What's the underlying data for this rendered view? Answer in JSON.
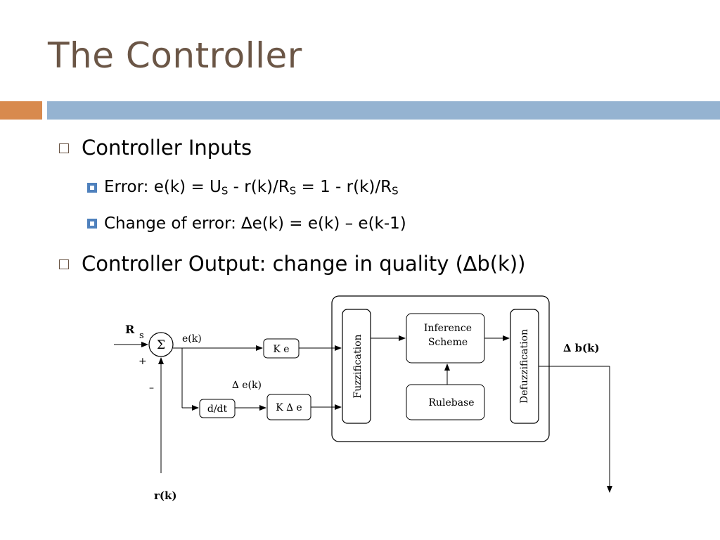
{
  "slide": {
    "title": "The Controller"
  },
  "bullets": {
    "inputs": "Controller Inputs",
    "error_prefix": "Error: e(k) = U",
    "error_s1": "S",
    "error_mid": " - r(k)/R",
    "error_s2": "S",
    "error_mid2": " = 1 - r(k)/R",
    "error_s3": "S",
    "change_error": "Change of error: ∆e(k) = e(k) – e(k-1)",
    "output": "Controller Output: change in quality (∆b(k))"
  },
  "diagram": {
    "rs_label": "R",
    "rs_sub": "s",
    "sum_symbol": "Σ",
    "plus": "+",
    "minus": "–",
    "ek_label": "e(k)",
    "ke_label": "K e",
    "delta_ek_label": "∆ e(k)",
    "ddt_label": "d/dt",
    "kde_label": "K ∆ e",
    "fuzzification": "Fuzzification",
    "inference_line1": "Inference",
    "inference_line2": "Scheme",
    "rulebase": "Rulebase",
    "defuzzification": "Defuzzification",
    "output_label": "∆ b(k)",
    "rk_label": "r(k)"
  },
  "colors": {
    "title": "#6b5646",
    "accent_orange": "#d88a4e",
    "accent_blue": "#95b3d1",
    "bullet_fill": "#4f81bd"
  }
}
